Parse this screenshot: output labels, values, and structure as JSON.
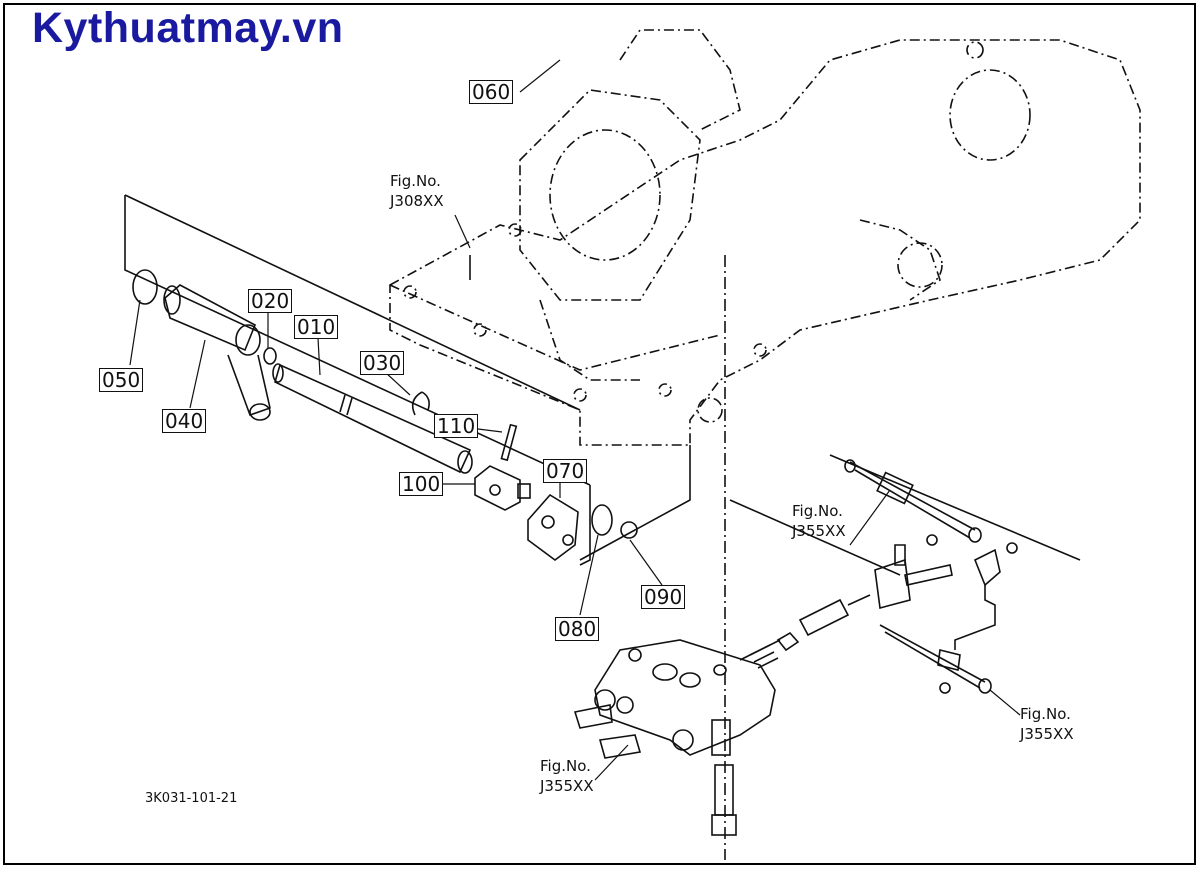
{
  "brand": "Kythuatmay.vn",
  "drawing_code": "3K031-101-21",
  "parts": {
    "p060": "060",
    "p020": "020",
    "p010": "010",
    "p030": "030",
    "p050": "050",
    "p040": "040",
    "p110": "110",
    "p100": "100",
    "p070": "070",
    "p080": "080",
    "p090": "090"
  },
  "figrefs": {
    "j308_label": "Fig.No.",
    "j308_no": "J308XX",
    "j355a_label": "Fig.No.",
    "j355a_no": "J355XX",
    "j355b_label": "Fig.No.",
    "j355b_no": "J355XX",
    "j355c_label": "Fig.No.",
    "j355c_no": "J355XX"
  },
  "colors": {
    "brand": "#1a1aa0",
    "line": "#111111"
  }
}
